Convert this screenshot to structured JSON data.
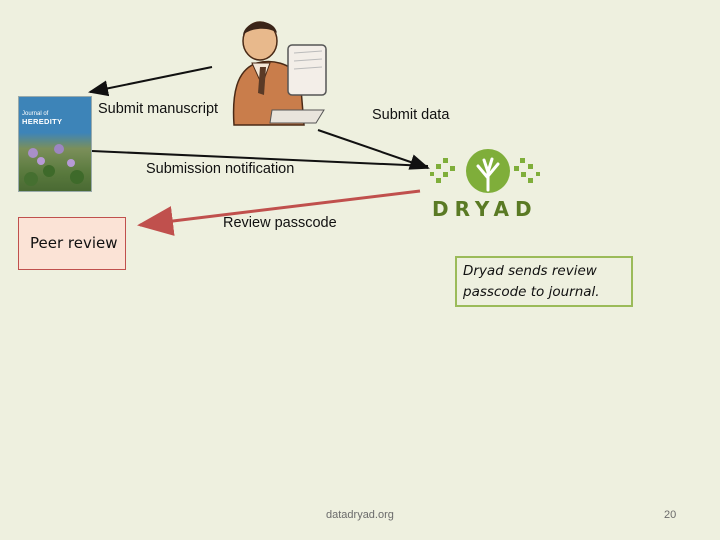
{
  "labels": {
    "submit_manuscript": "Submit manuscript",
    "submit_data": "Submit data",
    "submission_notification": "Submission notification",
    "review_passcode": "Review passcode",
    "peer_review": "Peer review"
  },
  "journal_cover": {
    "line1": "Journal of",
    "line2": "HEREDITY"
  },
  "dryad_logo": {
    "wordmark": "DRYAD",
    "color": "#5a7a24"
  },
  "note": "Dryad sends review passcode to journal.",
  "footer": {
    "url": "datadryad.org",
    "page": "20"
  },
  "colors": {
    "background": "#eef0df",
    "peer_review_fill": "#fbe3d6",
    "peer_review_border": "#c0504d",
    "note_border": "#9bbb59",
    "passcode_arrow": "#c0504d"
  }
}
